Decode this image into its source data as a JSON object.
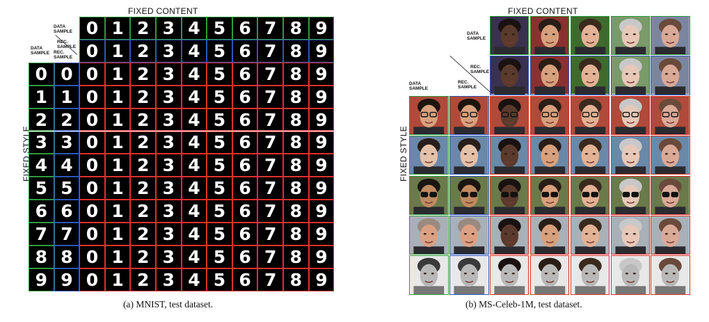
{
  "panel_a": {
    "title": "FIXED CONTENT",
    "side_label": "FIXED STYLE",
    "corner_data_sample_top": "DATA SAMPLE",
    "corner_rec_sample": "REC. SAMPLE",
    "corner_data_sample_left": "DATA SAMPLE",
    "corner_rec_sample_left": "REC. SAMPLE",
    "digits": [
      "0",
      "1",
      "2",
      "3",
      "4",
      "5",
      "6",
      "7",
      "8",
      "9"
    ],
    "caption": "(a) MNIST, test dataset."
  },
  "panel_b": {
    "title": "FIXED CONTENT",
    "side_label": "FIXED STYLE",
    "corner_data_sample_top": "DATA SAMPLE",
    "corner_rec_sample": "REC. SAMPLE",
    "corner_data_sample_left": "DATA SAMPLE",
    "corner_rec_sample_left": "REC. SAMPLE",
    "caption": "(b) MS-Celeb-1M, test dataset.",
    "content_faces": [
      {
        "skin": "#5a3a2c",
        "hair": "#1a1210",
        "bg": "#3a3050"
      },
      {
        "skin": "#d7a07c",
        "hair": "#2a1d16",
        "bg": "#8a3030"
      },
      {
        "skin": "#e2b295",
        "hair": "#3a2a1e",
        "bg": "#3f6a2e"
      },
      {
        "skin": "#e7c8b8",
        "hair": "#c8c8c8",
        "bg": "#7a9a6a"
      },
      {
        "skin": "#d9a998",
        "hair": "#6a4a3a",
        "bg": "#7a86a0"
      }
    ],
    "style_faces": [
      {
        "skin": "#d9a27e",
        "hair": "#1d1510",
        "bg": "#b04a3a",
        "glasses": true,
        "dark": false,
        "gray": false
      },
      {
        "skin": "#e3c0a8",
        "hair": "#2a1e1a",
        "bg": "#6a88a8",
        "glasses": false,
        "dark": false,
        "gray": false
      },
      {
        "skin": "#c08a60",
        "hair": "#1a1612",
        "bg": "#6a7a4a",
        "glasses": true,
        "dark": true,
        "gray": false
      },
      {
        "skin": "#dba083",
        "hair": "#9a8a80",
        "bg": "#a8b0b8",
        "glasses": false,
        "dark": false,
        "gray": false
      },
      {
        "skin": "#b8b8b8",
        "hair": "#3a3a3a",
        "bg": "#e8e8e8",
        "glasses": false,
        "dark": false,
        "gray": true
      }
    ]
  }
}
